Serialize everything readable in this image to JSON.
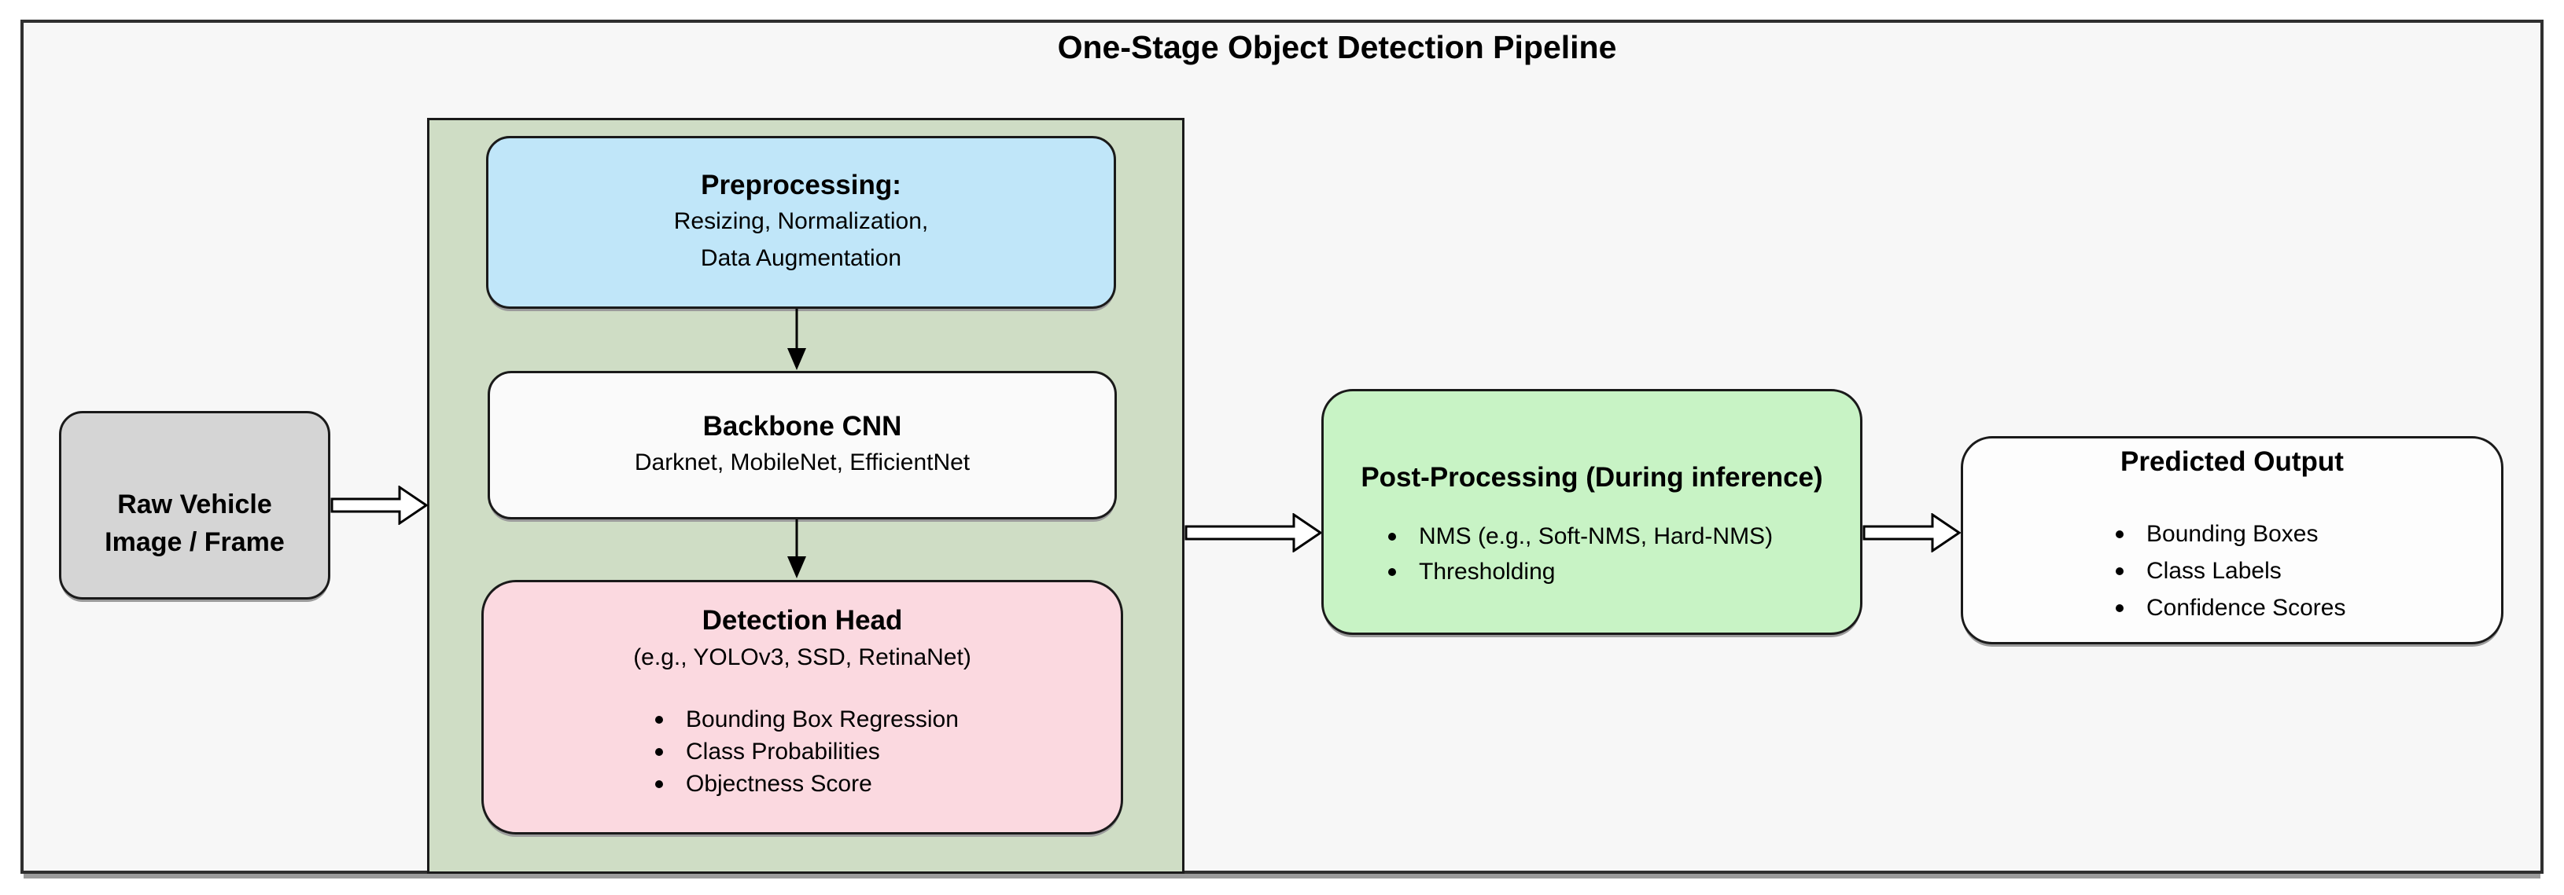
{
  "title": "One-Stage Object Detection Pipeline",
  "palette": {
    "frame_background": "#f7f7f7",
    "frame_border": "#2f2f2f",
    "pipeline_group_fill": "#cfddc5",
    "input_fill": "#d5d5d5",
    "preprocessing_fill": "#c0e6f9",
    "backbone_fill": "#fafafa",
    "detection_head_fill": "#fbd9e0",
    "post_processing_fill": "#c8f3c5",
    "predicted_output_fill": "#fdfdfd",
    "line_color": "#000000"
  },
  "nodes": {
    "input": {
      "lines": [
        "Raw Vehicle",
        "Image / Frame"
      ]
    },
    "preprocessing": {
      "title": "Preprocessing:",
      "lines": [
        "Resizing, Normalization,",
        "Data Augmentation"
      ]
    },
    "backbone": {
      "title": "Backbone CNN",
      "subtitle": "Darknet, MobileNet, EfficientNet"
    },
    "detection_head": {
      "title": "Detection Head",
      "subtitle": "(e.g., YOLOv3, SSD, RetinaNet)",
      "bullets": [
        "Bounding Box Regression",
        "Class Probabilities",
        "Objectness Score"
      ]
    },
    "post_processing": {
      "title": "Post-Processing (During inference)",
      "bullets": [
        "NMS (e.g., Soft-NMS, Hard-NMS)",
        "Thresholding"
      ]
    },
    "predicted_output": {
      "title": "Predicted Output",
      "bullets": [
        "Bounding Boxes",
        "Class Labels",
        "Confidence Scores"
      ]
    }
  }
}
